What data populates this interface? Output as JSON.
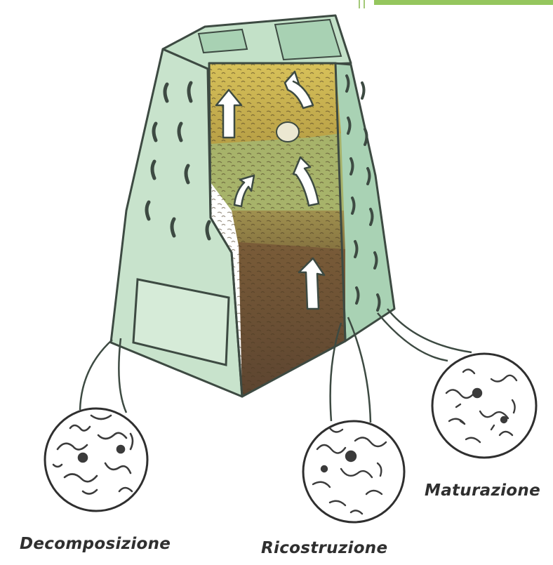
{
  "stages": [
    {
      "id": "decomposizione",
      "label": "Decomposizione"
    },
    {
      "id": "ricostruzione",
      "label": "Ricostruzione"
    },
    {
      "id": "maturazione",
      "label": "Maturazione"
    }
  ],
  "colors": {
    "bin_front": "#c8e3cc",
    "bin_side": "#a9d2b4",
    "bin_outline": "#3d4a42",
    "accent_bar": "#95c65e",
    "compost_top": "#c9b34a",
    "compost_middle": "#8d7a43",
    "compost_bottom": "#6b5033",
    "arrow_fill": "#ffffff"
  },
  "icons": [
    "compost-bin-icon",
    "upward-arrow-icon",
    "microorganism-magnifier-icon"
  ]
}
